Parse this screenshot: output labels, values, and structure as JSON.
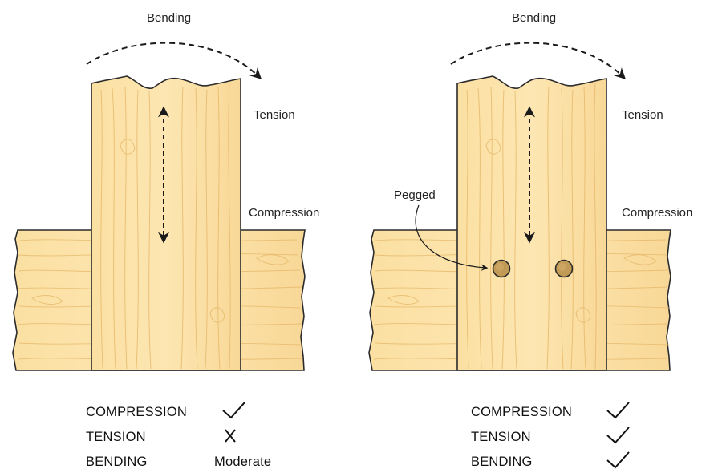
{
  "colors": {
    "wood_light": "#fbe2a8",
    "wood_mid": "#f6d08c",
    "grain": "#e6b96c",
    "outline": "#2b2b2b",
    "peg": "#b98b4a",
    "background": "#ffffff"
  },
  "panels": [
    {
      "labels": {
        "bending": "Bending",
        "tension": "Tension",
        "compression": "Compression",
        "pegged": ""
      },
      "pegs": 0,
      "table": [
        {
          "property": "COMPRESSION",
          "rating": "check",
          "rating_text": ""
        },
        {
          "property": "TENSION",
          "rating": "cross",
          "rating_text": ""
        },
        {
          "property": "BENDING",
          "rating": "text",
          "rating_text": "Moderate"
        }
      ]
    },
    {
      "labels": {
        "bending": "Bending",
        "tension": "Tension",
        "compression": "Compression",
        "pegged": "Pegged"
      },
      "pegs": 2,
      "table": [
        {
          "property": "COMPRESSION",
          "rating": "check",
          "rating_text": ""
        },
        {
          "property": "TENSION",
          "rating": "check",
          "rating_text": ""
        },
        {
          "property": "BENDING",
          "rating": "check",
          "rating_text": ""
        }
      ]
    }
  ],
  "icons": {
    "check": "check-icon",
    "cross": "cross-icon",
    "arrow_bending": "curved-dashed-arrow-icon",
    "arrow_axial": "double-headed-dashed-arrow-icon"
  }
}
